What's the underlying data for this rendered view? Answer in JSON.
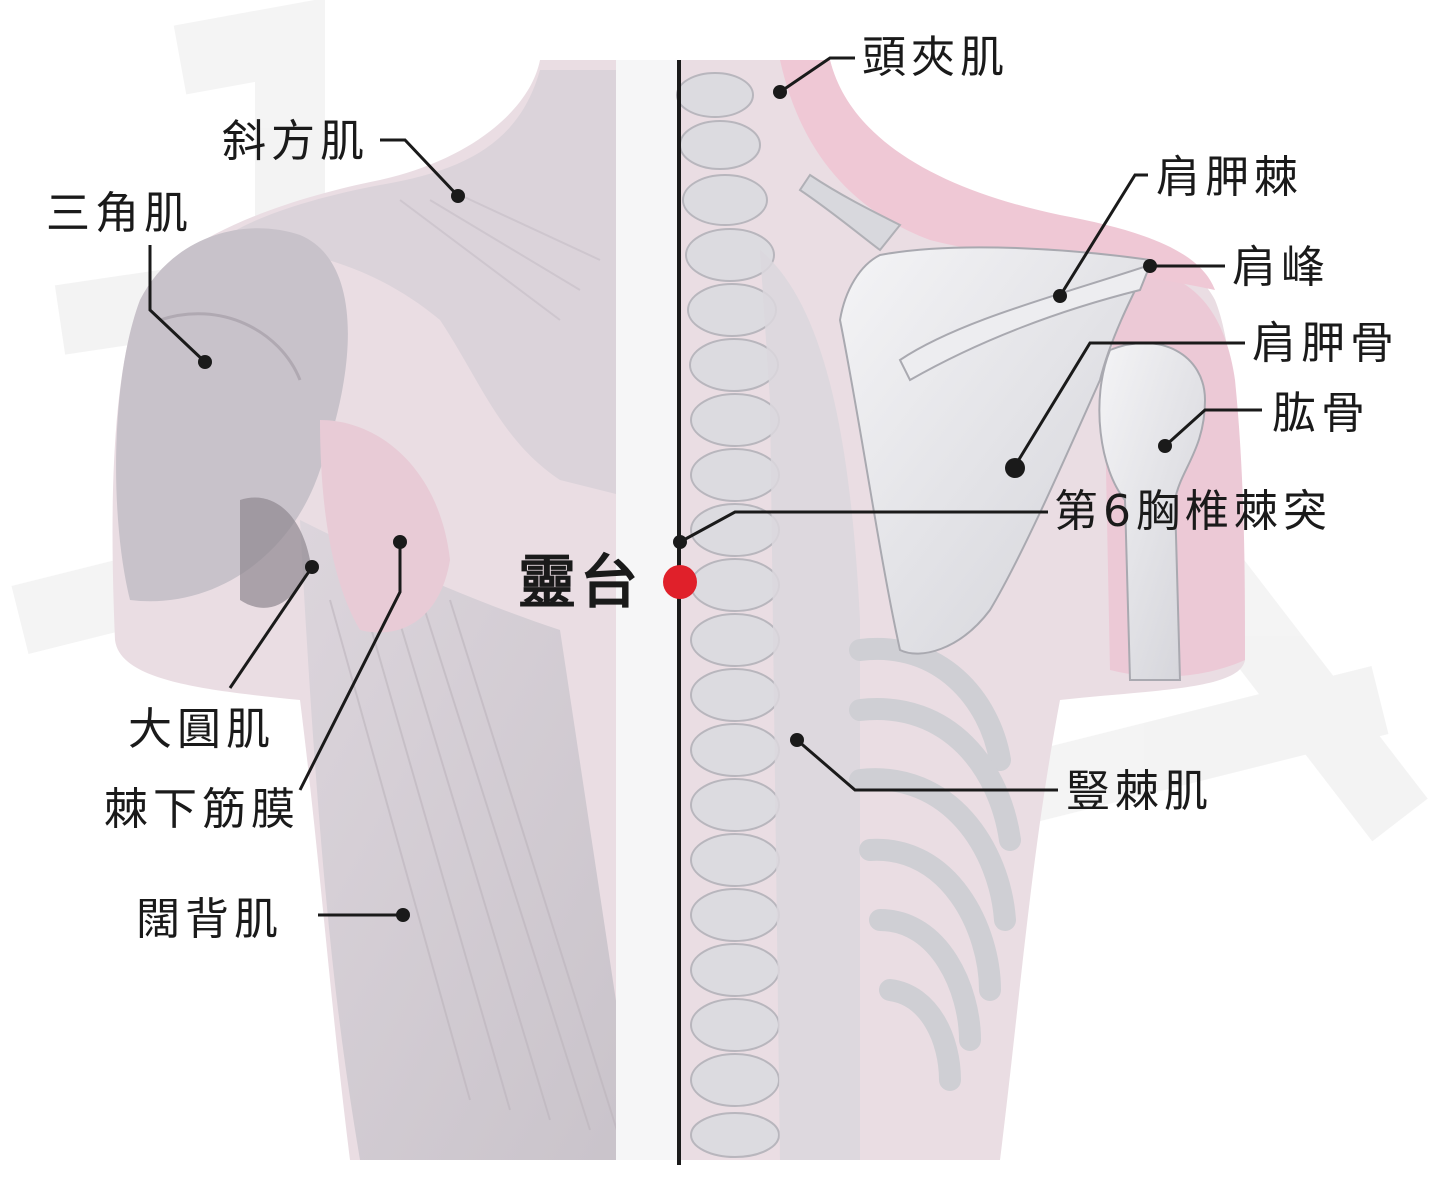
{
  "acupoint": {
    "name": "靈台",
    "marker_color": "#e0202a"
  },
  "labels": {
    "splenius": "頭夾肌",
    "trapezius": "斜方肌",
    "deltoid": "三角肌",
    "scapular_spine": "肩胛棘",
    "acromion": "肩峰",
    "scapula": "肩胛骨",
    "humerus": "肱骨",
    "t6_spinous": "第6胸椎棘突",
    "teres_major": "大圓肌",
    "infraspinous_fascia": "棘下筋膜",
    "erector_spinae": "豎棘肌",
    "latissimus": "闊背肌"
  },
  "colors": {
    "muscle_pink": "#eccfd9",
    "bone_gray": "#e6e6ea",
    "shadow": "#b9b4bd",
    "line": "#1a1a1a"
  }
}
